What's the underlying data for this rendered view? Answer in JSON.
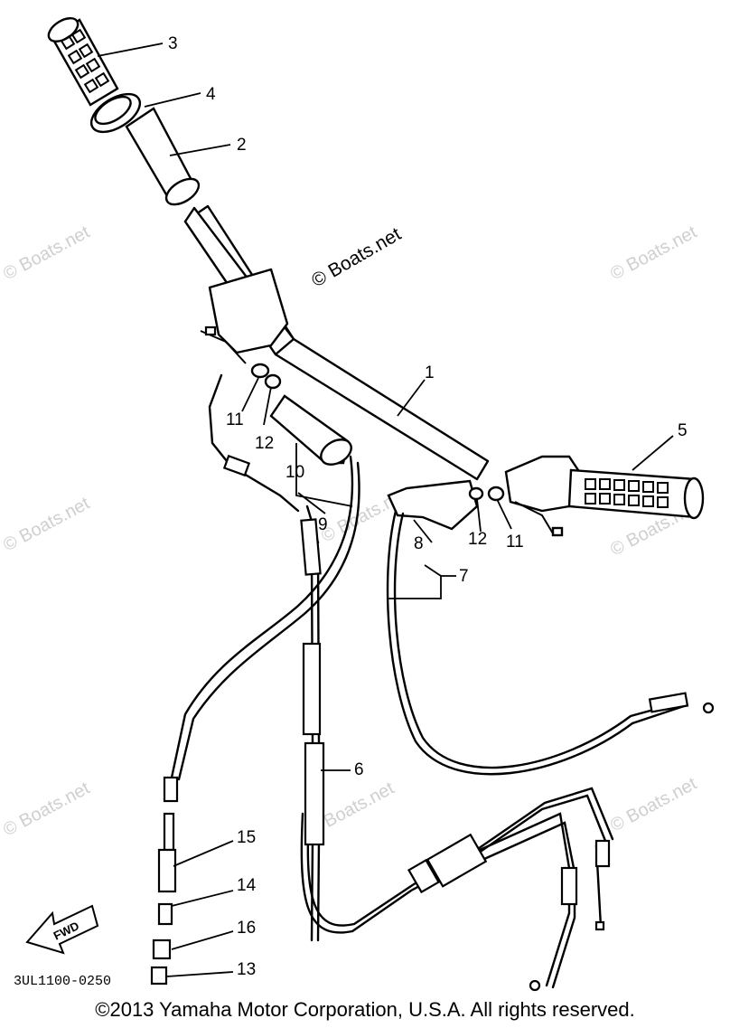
{
  "diagram": {
    "callouts": [
      "1",
      "2",
      "3",
      "4",
      "5",
      "6",
      "7",
      "8",
      "9",
      "10",
      "11",
      "12",
      "12",
      "11",
      "13",
      "14",
      "15",
      "16"
    ],
    "part_code": "3UL1100-0250",
    "fwd_label": "FWD",
    "watermark_main": "© Boats.net",
    "watermark_faint": "© Boats.net"
  },
  "footer": {
    "copyright": "©2013 Yamaha Motor Corporation, U.S.A. All rights reserved."
  }
}
